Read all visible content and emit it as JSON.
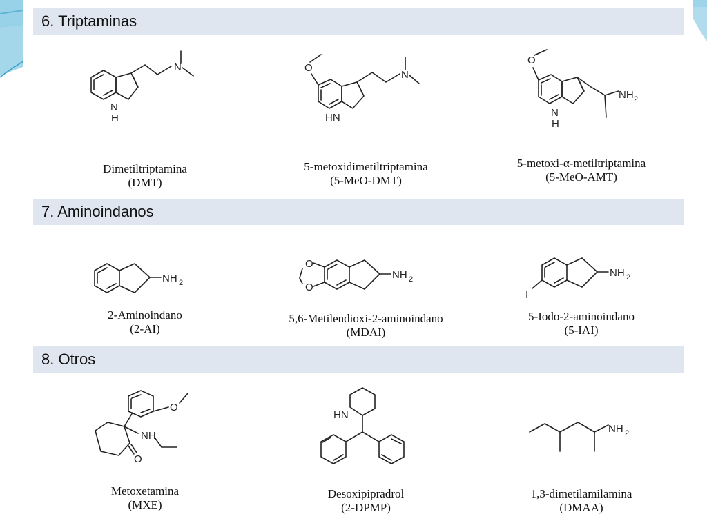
{
  "sections": [
    {
      "title": "6. Triptaminas",
      "items": [
        {
          "name": "Dimetiltriptamina",
          "abbr": "(DMT)"
        },
        {
          "name": "5-metoxidimetiltriptamina",
          "abbr": "(5-MeO-DMT)"
        },
        {
          "name": "5-metoxi-α-metiltriptamina",
          "abbr": "(5-MeO-AMT)"
        }
      ]
    },
    {
      "title": "7. Aminoindanos",
      "items": [
        {
          "name": "2-Aminoindano",
          "abbr": "(2-AI)"
        },
        {
          "name": "5,6-Metilendioxi-2-aminoindano",
          "abbr": "(MDAI)"
        },
        {
          "name": "5-Iodo-2-aminoindano",
          "abbr": "(5-IAI)"
        }
      ]
    },
    {
      "title": "8. Otros",
      "items": [
        {
          "name": "Metoxetamina",
          "abbr": "(MXE)"
        },
        {
          "name": "Desoxipipradrol",
          "abbr": "(2-DPMP)"
        },
        {
          "name": "1,3-dimetilamilamina",
          "abbr": "(DMAA)"
        }
      ]
    }
  ],
  "atoms": {
    "n": "N",
    "nh": "NH",
    "h": "H",
    "hn": "HN",
    "o": "O",
    "i": "I",
    "nh2": "NH",
    "sub2": "2"
  },
  "colors": {
    "band": "#dfe6f0",
    "accent": "#5fb4d6"
  }
}
